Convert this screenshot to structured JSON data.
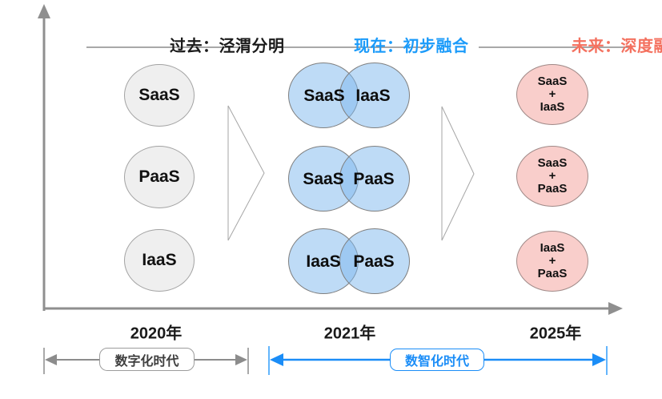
{
  "colors": {
    "axis_gray": "#8F8F8F",
    "accent_blue": "#1B9BFA",
    "accent_coral": "#F4715F",
    "gray_circle_fill": "#EFEFEF",
    "blue_circle_fill": "#C7E1F8",
    "blue_overlap_fill": "#A9D2F4",
    "pink_circle_fill": "#F9CECB"
  },
  "columns": [
    {
      "title": "过去：泾渭分明",
      "year": "2020年",
      "items": [
        "SaaS",
        "PaaS",
        "IaaS"
      ]
    },
    {
      "title": "现在：初步融合",
      "year": "2021年",
      "rows": [
        {
          "left": "SaaS",
          "right": "IaaS"
        },
        {
          "left": "SaaS",
          "right": "PaaS"
        },
        {
          "left": "IaaS",
          "right": "PaaS"
        }
      ]
    },
    {
      "title": "未来：深度融合",
      "year": "2025年",
      "rows": [
        {
          "lines": [
            "SaaS",
            "+",
            "IaaS"
          ]
        },
        {
          "lines": [
            "SaaS",
            "+",
            "PaaS"
          ]
        },
        {
          "lines": [
            "IaaS",
            "+",
            "PaaS"
          ]
        }
      ]
    }
  ],
  "timeline": {
    "digital_era": "数字化时代",
    "digital_intelligence_era": "数智化时代"
  }
}
